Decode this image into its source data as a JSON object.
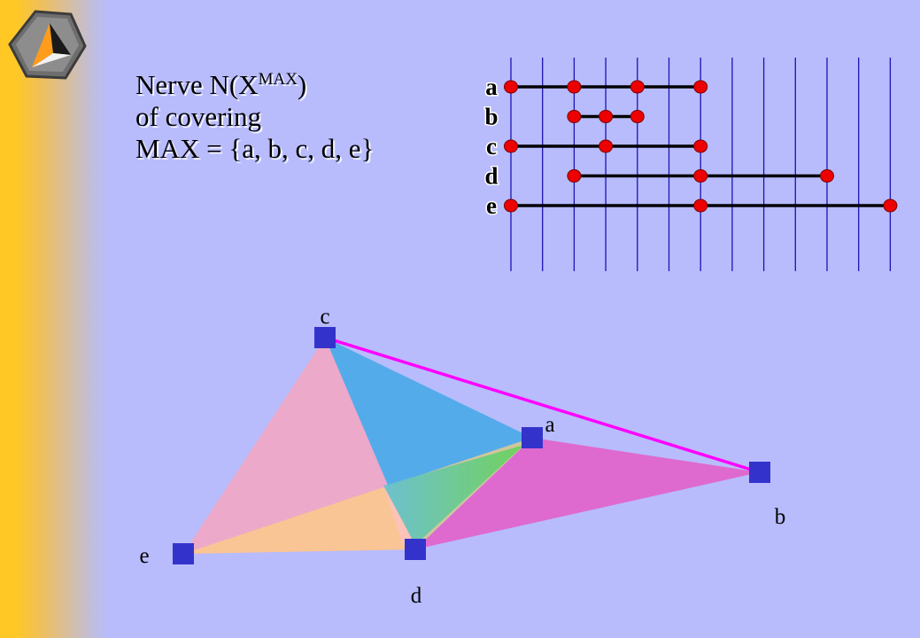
{
  "title": {
    "line1_prefix": "Nerve N(X",
    "line1_sup": "MAX",
    "line1_suffix": ")",
    "line2": "of covering",
    "line3": "MAX = {a, b, c, d, e}"
  },
  "intervals": {
    "grid_count": 13,
    "rows": [
      {
        "label": "a",
        "start": 0,
        "end": 6,
        "points": [
          0,
          2,
          4,
          6
        ]
      },
      {
        "label": "b",
        "start": 2,
        "end": 4,
        "points": [
          2,
          3,
          4
        ]
      },
      {
        "label": "c",
        "start": 0,
        "end": 6,
        "points": [
          0,
          3,
          6
        ]
      },
      {
        "label": "d",
        "start": 2,
        "end": 10,
        "points": [
          2,
          6,
          10
        ]
      },
      {
        "label": "e",
        "start": 0,
        "end": 12,
        "points": [
          0,
          6,
          12
        ]
      }
    ],
    "line_color": "#1a14b4",
    "point_color": "#ee0000"
  },
  "nerve": {
    "vertices": [
      {
        "label": "a"
      },
      {
        "label": "b"
      },
      {
        "label": "c"
      },
      {
        "label": "d"
      },
      {
        "label": "e"
      }
    ],
    "vertex_color": "#3333cc",
    "edge_color": "#ff00ff",
    "triangles": [
      {
        "vertices": [
          "c",
          "d",
          "e"
        ],
        "color": "#f4a6c0"
      },
      {
        "vertices": [
          "c",
          "a",
          "d"
        ],
        "color": "#42a8e6"
      },
      {
        "vertices": [
          "a",
          "b",
          "d"
        ],
        "color": "#e45cc8"
      },
      {
        "vertices": [
          "e",
          "a",
          "d"
        ],
        "color": "#ffd080"
      }
    ]
  }
}
